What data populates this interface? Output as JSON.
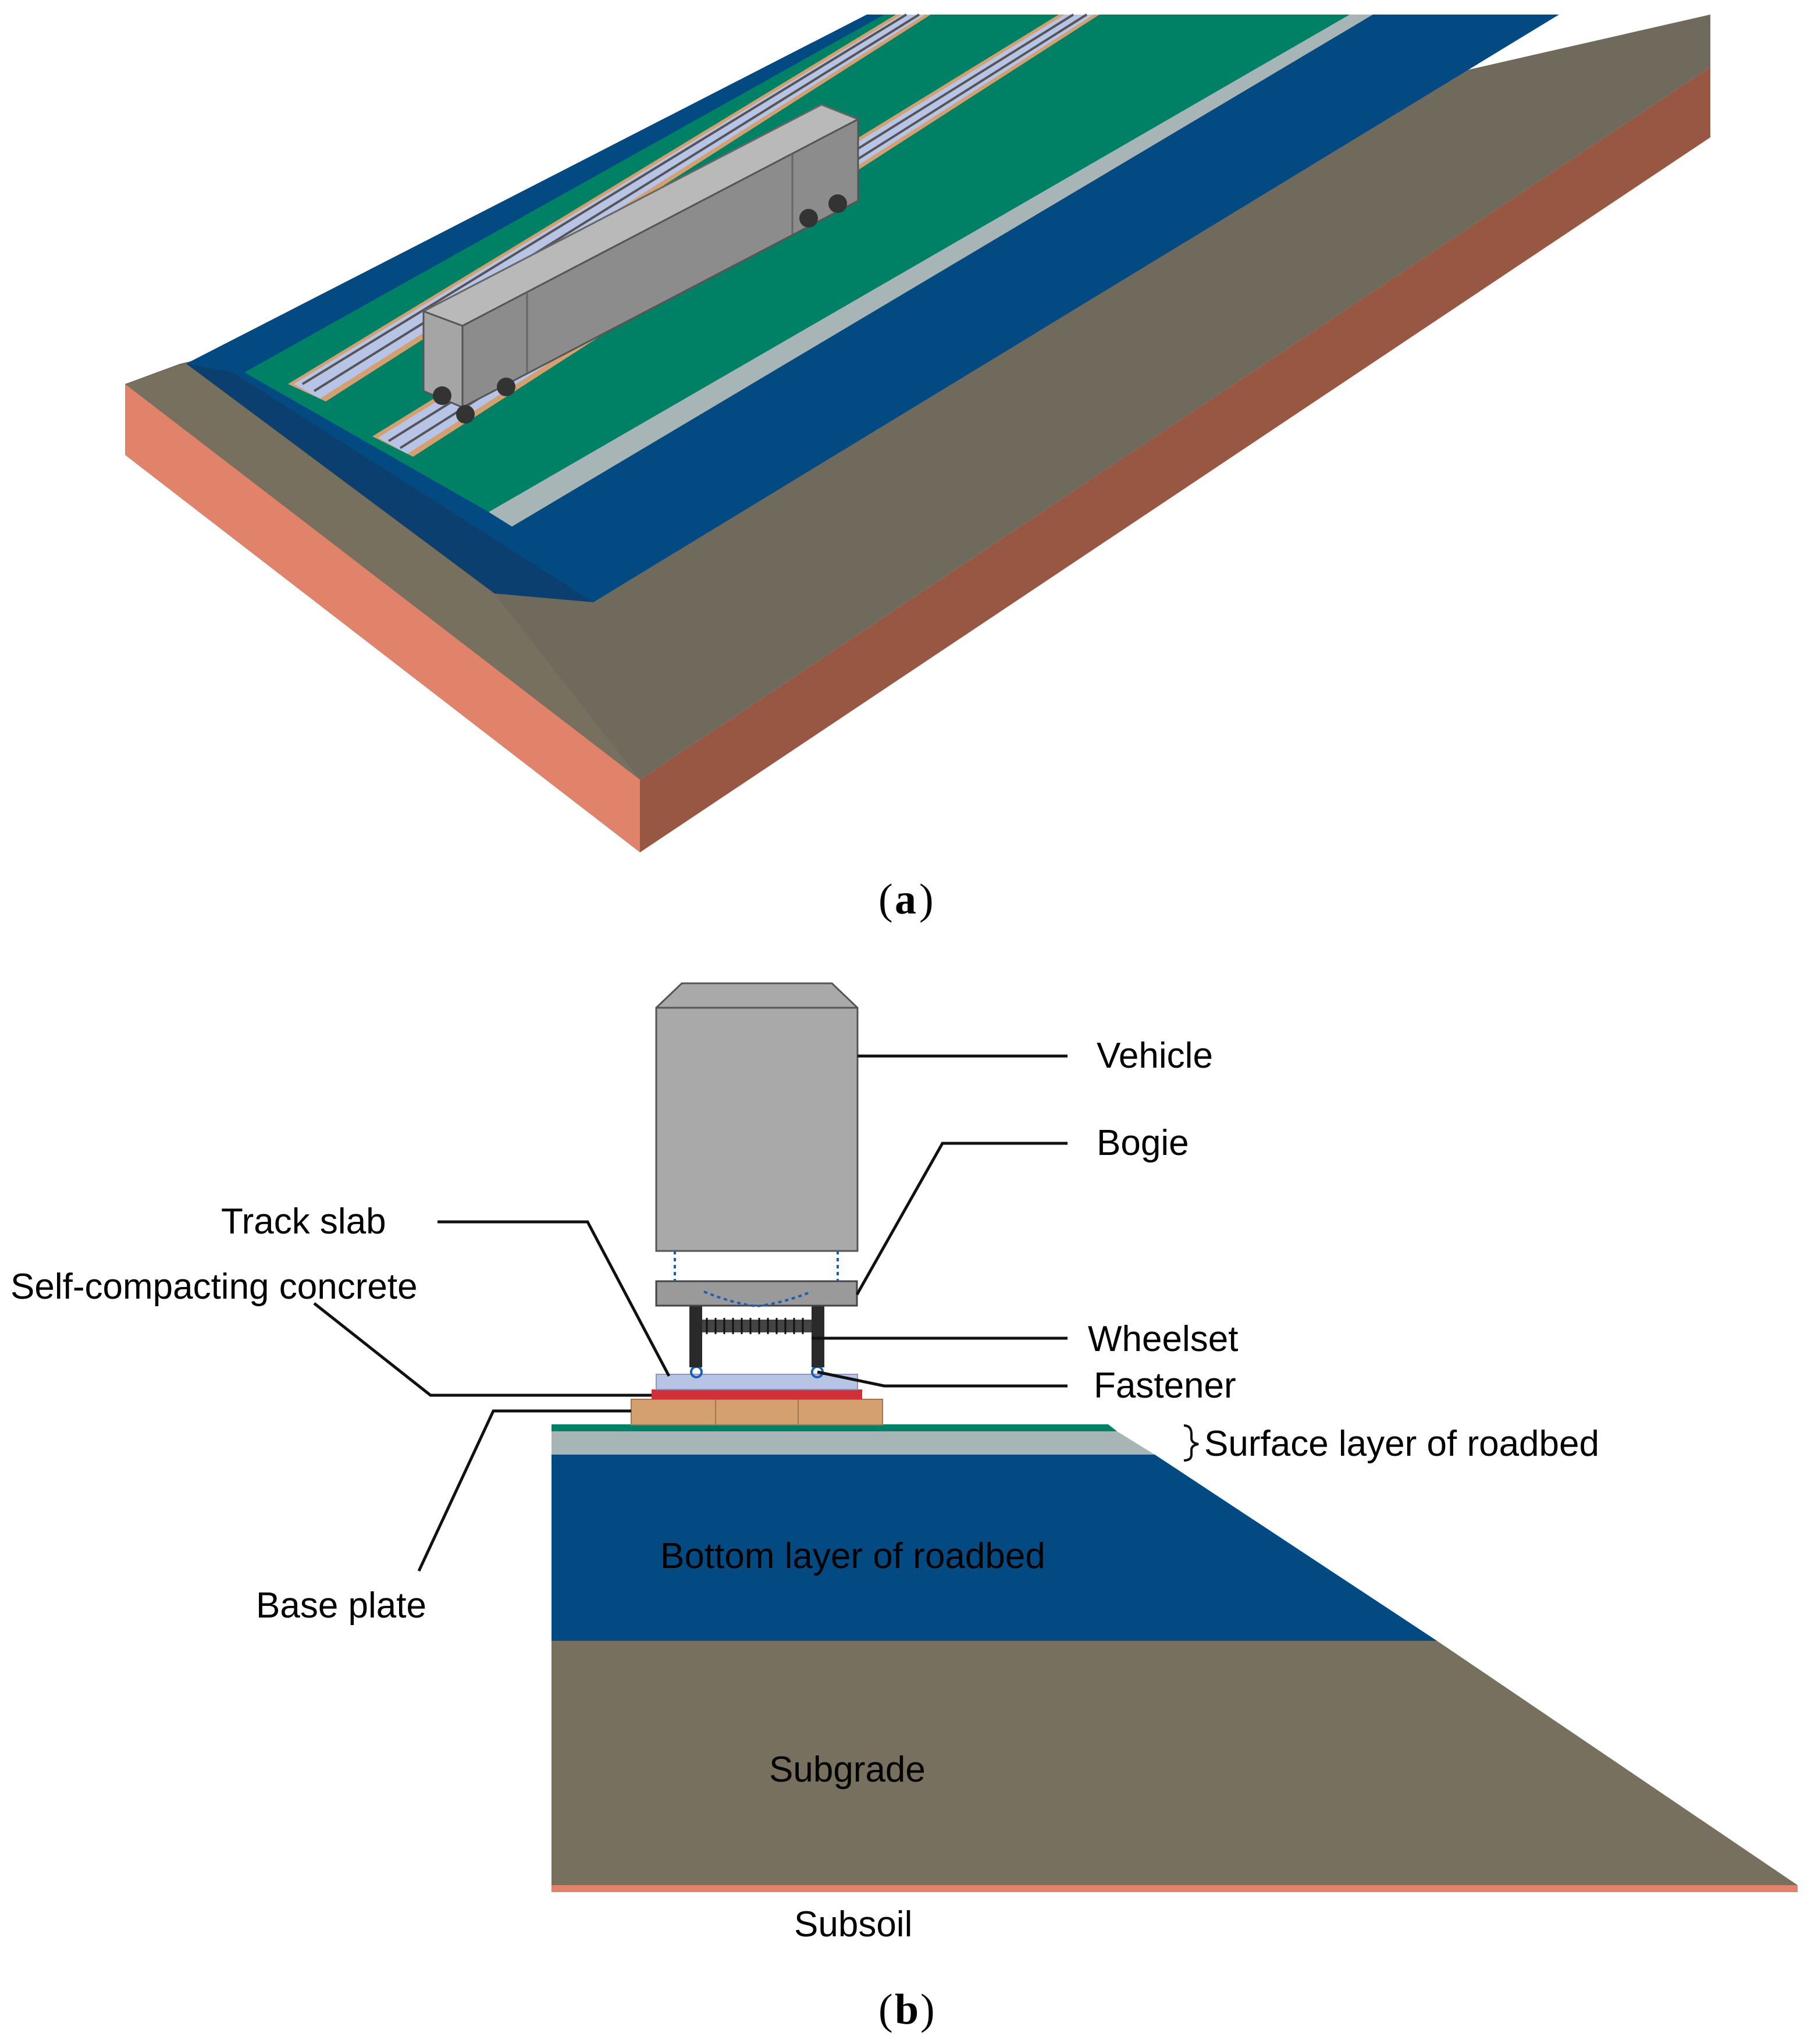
{
  "panel_a": {
    "caption_open": "(",
    "caption_letter": "a",
    "caption_close": ")"
  },
  "panel_b": {
    "caption_open": "(",
    "caption_letter": "b",
    "caption_close": ")",
    "labels": {
      "vehicle": "Vehicle",
      "bogie": "Bogie",
      "track_slab": "Track slab",
      "self_compacting_concrete": "Self-compacting concrete",
      "wheelset": "Wheelset",
      "fastener": "Fastener",
      "surface_layer": "Surface layer of roadbed",
      "bottom_layer": "Bottom layer of roadbed",
      "base_plate": "Base plate",
      "subgrade": "Subgrade",
      "subsoil": "Subsoil"
    }
  },
  "colors": {
    "blue_layer": "#034a82",
    "subgrade": "#77705f",
    "subsoil": "#e0836a",
    "subsoil_side": "#975742",
    "surface_green": "#008064",
    "surface_grey": "#a7b5b6",
    "vehicle": "#a9a9a9",
    "slab": "#b8c4e6",
    "concrete": "#d23039",
    "base_plate": "#d4a070"
  }
}
